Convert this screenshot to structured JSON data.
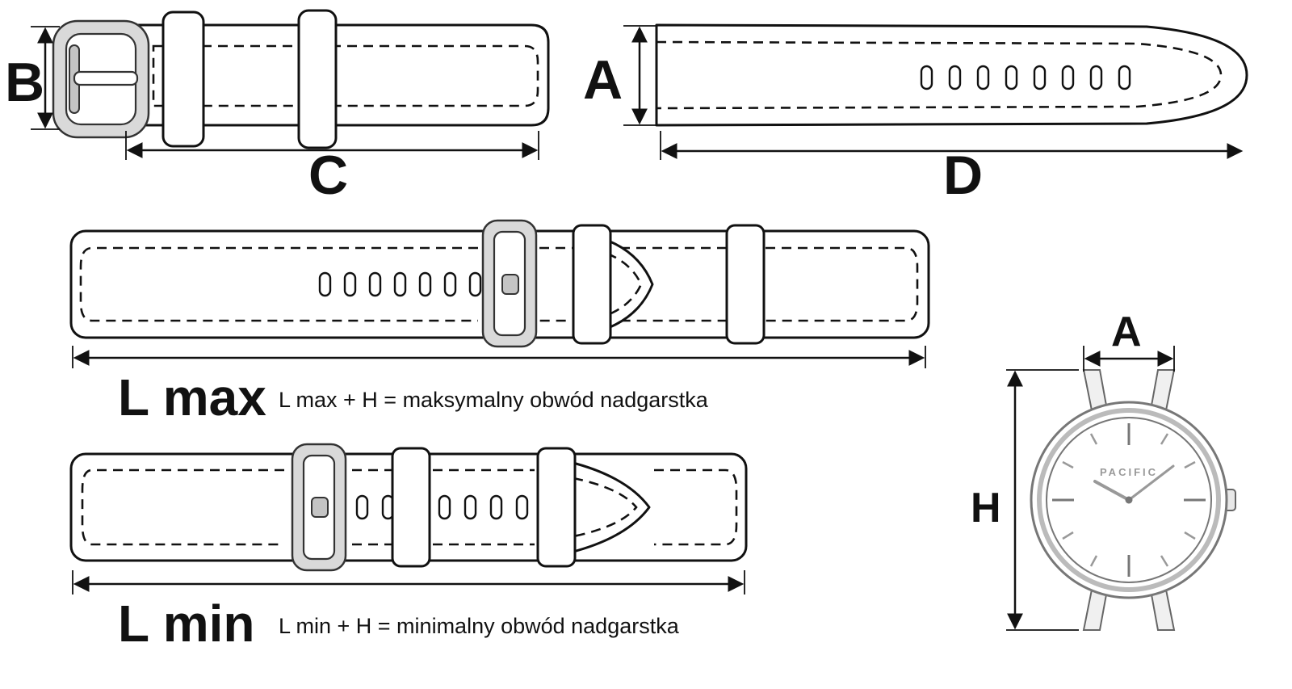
{
  "dimension_labels": {
    "b": "B",
    "c": "C",
    "a_strap": "A",
    "d": "D",
    "l_max": "L max",
    "l_min": "L min",
    "a_watch": "A",
    "h": "H"
  },
  "formulas": {
    "l_max": "L max + H  = maksymalny obwód nadgarstka",
    "l_min": "L min + H  = minimalny obwód nadgarstka"
  },
  "watch": {
    "brand": "PACIFIC"
  },
  "strap": {
    "hole_counts": {
      "loose_strap": 8,
      "l_max_view": 7,
      "l_min_view": 6
    }
  },
  "colors": {
    "line": "#111111",
    "metal_fill": "#d9d9d9",
    "metal_stroke": "#333333",
    "watch_case": "#777777",
    "background": "#ffffff"
  }
}
